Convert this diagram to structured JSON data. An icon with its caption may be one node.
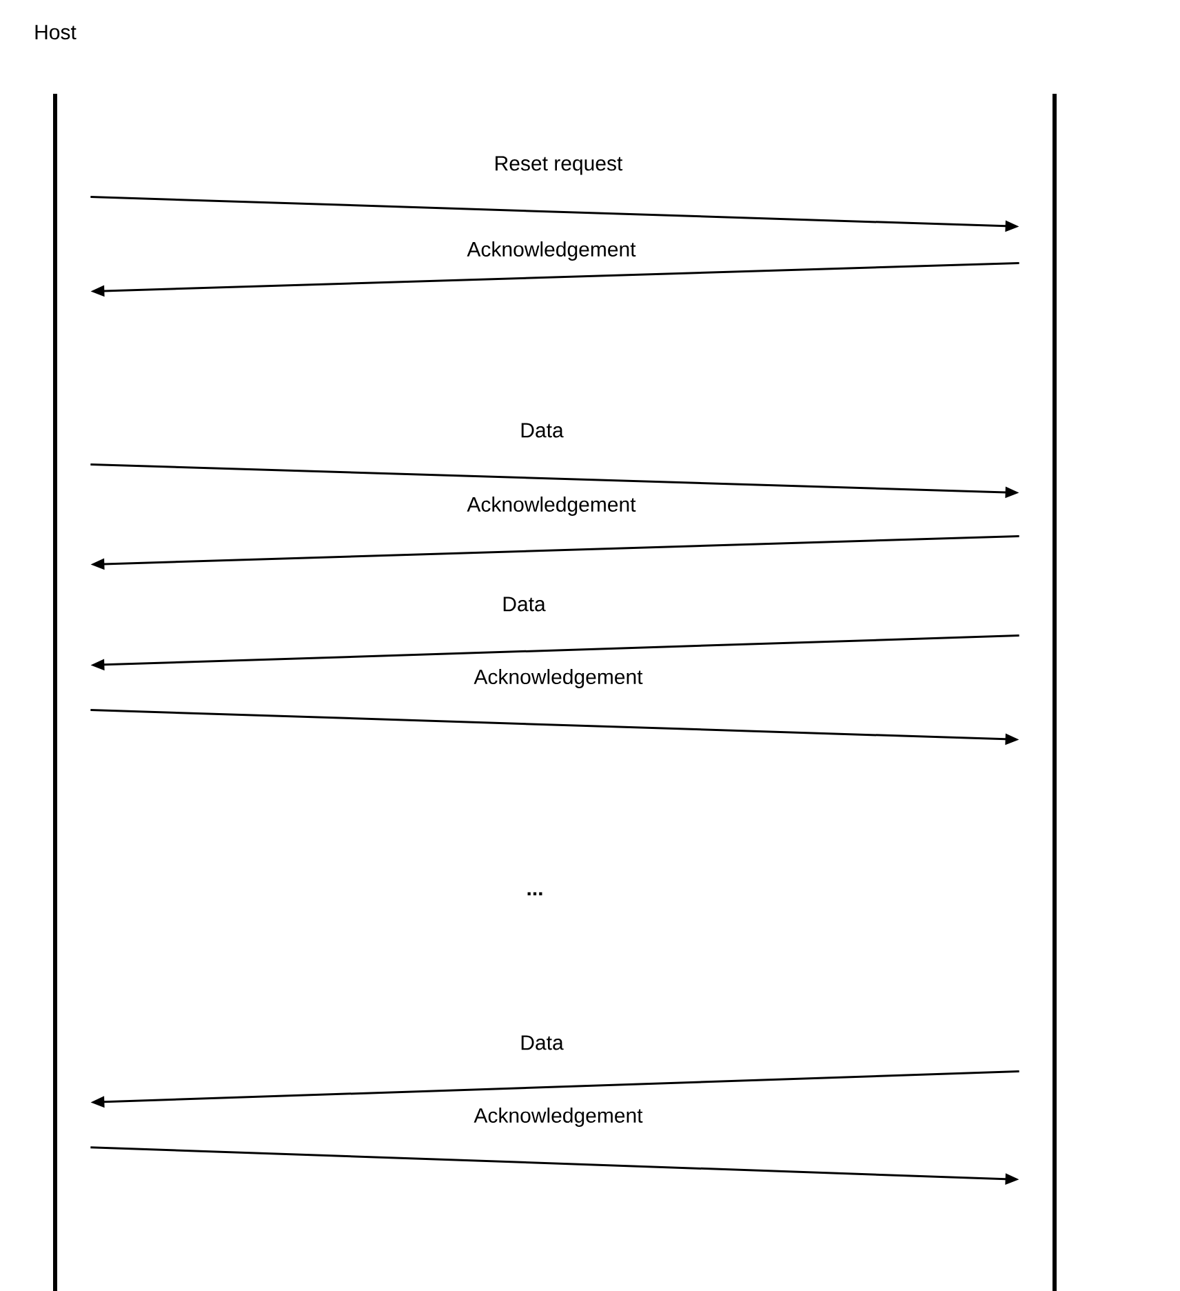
{
  "diagram": {
    "nodes": [
      {
        "text": [
          "Host"
        ]
      },
      {
        "text": [],
        "shape": "bar"
      }
    ],
    "edges": [
      {
        "from": 0,
        "to": 1,
        "arrow": "to",
        "label": "Reset request"
      },
      {
        "from": 1,
        "to": 0,
        "arrow": "to",
        "label": "Acknowledgement"
      },
      {
        "from": 0,
        "to": 1,
        "arrow": "to",
        "label": "Data"
      },
      {
        "from": 1,
        "to": 0,
        "arrow": "to",
        "label": "Acknowledgement"
      },
      {
        "from": 1,
        "to": 0,
        "arrow": "to",
        "label": "Data"
      },
      {
        "from": 0,
        "to": 1,
        "arrow": "to",
        "label": "Acknowledgement"
      },
      {
        "from": 1,
        "to": 0,
        "arrow": "to",
        "label": "Data"
      },
      {
        "from": 0,
        "to": 1,
        "arrow": "to",
        "label": "Acknowledgement"
      }
    ],
    "labels": [
      "..."
    ]
  }
}
